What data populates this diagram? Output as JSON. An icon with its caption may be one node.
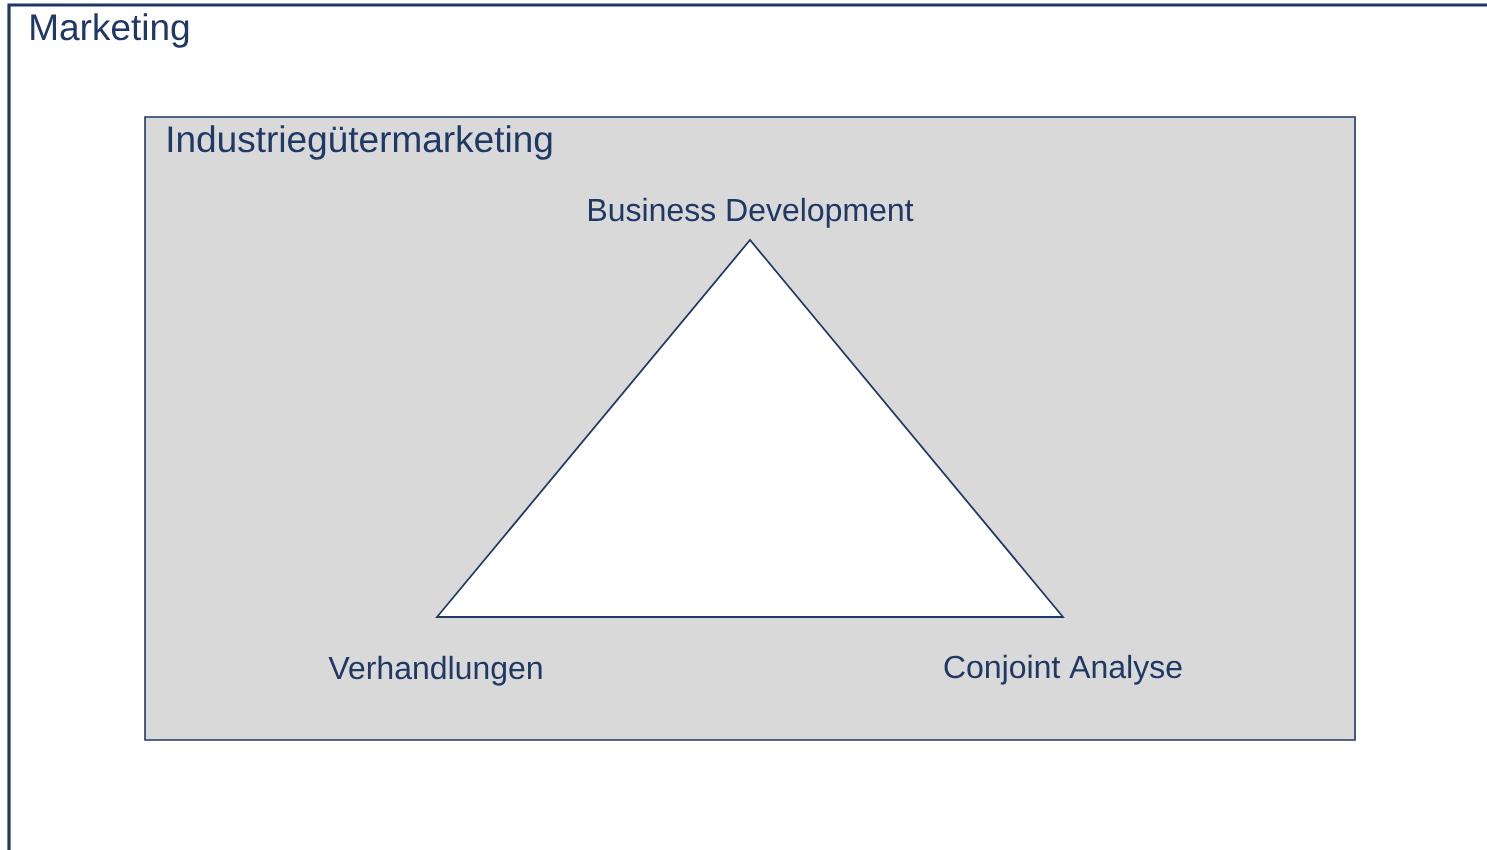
{
  "diagram": {
    "nodes": [
      {
        "text": [
          "Marketing"
        ]
      },
      {
        "text": [
          "Industriegütermarketing"
        ],
        "in": 0
      },
      {
        "text": [],
        "shape": "triangle",
        "in": 1,
        "beside": [
          "Business Development",
          "Verhandlungen",
          "Conjoint Analyse"
        ]
      }
    ]
  }
}
